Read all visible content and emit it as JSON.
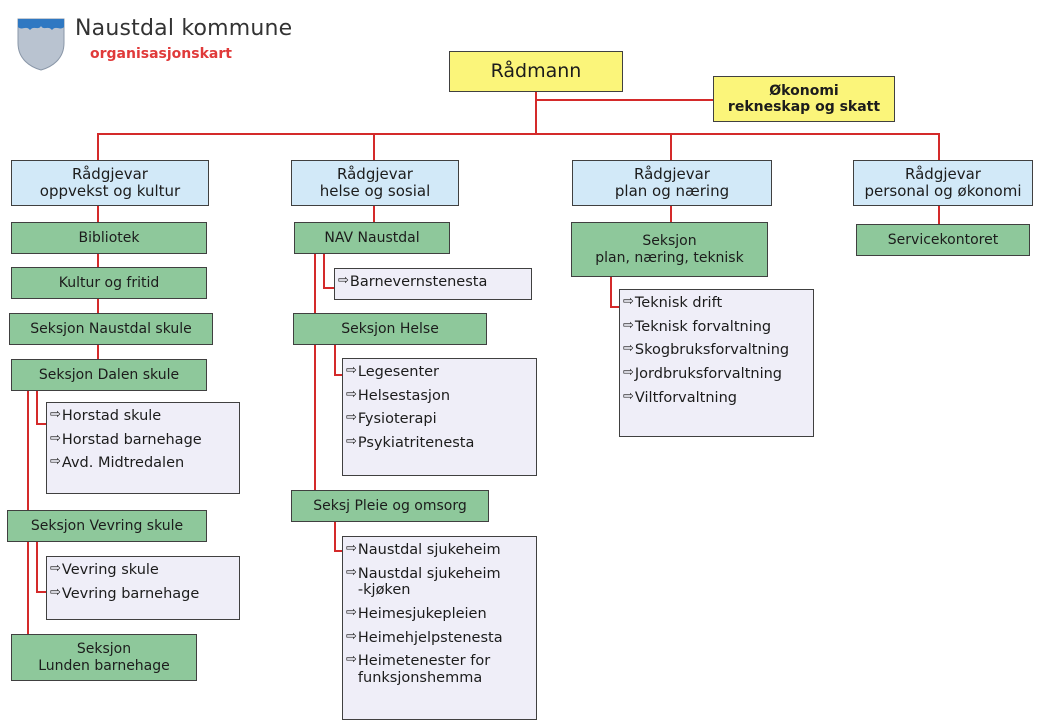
{
  "header": {
    "title": "Naustdal kommune",
    "subtitle": "organisasjonskart"
  },
  "arrow_glyph": "⇨",
  "top": {
    "radmann": "Rådmann",
    "okonomi_line1": "Økonomi",
    "okonomi_line2": "rekneskap og skatt"
  },
  "columns": {
    "oppvekst": {
      "title_line1": "Rådgjevar",
      "title_line2": "oppvekst og kultur",
      "units": [
        "Bibliotek",
        "Kultur og fritid",
        "Seksjon Naustdal skule",
        "Seksjon Dalen skule",
        "Seksjon Vevring skule"
      ],
      "dalen_items": [
        "Horstad skule",
        "Horstad barnehage",
        "Avd. Midtredalen"
      ],
      "vevring_items": [
        "Vevring skule",
        "Vevring barnehage"
      ],
      "lunden_line1": "Seksjon",
      "lunden_line2": "Lunden barnehage"
    },
    "helse": {
      "title_line1": "Rådgjevar",
      "title_line2": "helse og sosial",
      "nav": "NAV Naustdal",
      "nav_items": [
        "Barnevernstenesta"
      ],
      "helse_section": "Seksjon Helse",
      "helse_items": [
        "Legesenter",
        "Helsestasjon",
        "Fysioterapi",
        "Psykiatritenesta"
      ],
      "pleie_section": "Seksj Pleie og omsorg",
      "pleie_items": [
        "Naustdal sjukeheim",
        "Naustdal sjukeheim\n-kjøken",
        "Heimesjukepleien",
        "Heimehjelpstenesta",
        "Heimetenester for\nfunksjonshemma"
      ]
    },
    "plan": {
      "title_line1": "Rådgjevar",
      "title_line2": "plan og næring",
      "section_line1": "Seksjon",
      "section_line2": "plan, næring, teknisk",
      "items": [
        "Teknisk drift",
        "Teknisk forvaltning",
        "Skogbruksforvaltning",
        "Jordbruksforvaltning",
        "Viltforvaltning"
      ]
    },
    "personal": {
      "title_line1": "Rådgjevar",
      "title_line2": "personal og økonomi",
      "unit": "Servicekontoret"
    }
  },
  "colors": {
    "line": "#d42a2a",
    "top_box": "#fbf57a",
    "advisor_box": "#d2e9f8",
    "unit_box": "#8ec89b",
    "list_box": "#efeef8"
  }
}
